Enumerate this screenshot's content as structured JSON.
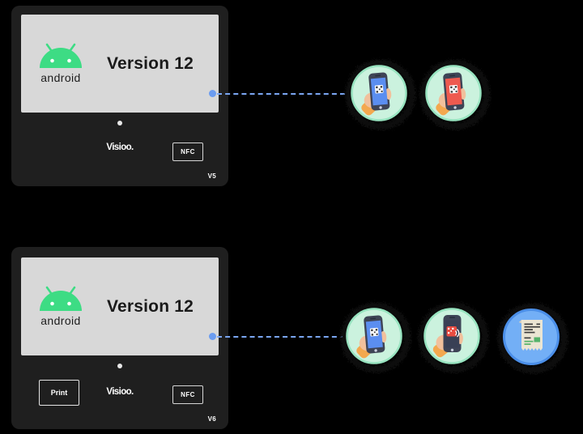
{
  "scene": {
    "background": "#000000",
    "description_note": "diagram of two Android payment-terminal versions linked to scan-method badges"
  },
  "devices": [
    {
      "os_wordmark": "android",
      "screen_title": "Version 12",
      "brand": "Visioo.",
      "nfc_button": "NFC",
      "version_label": "V5"
    },
    {
      "os_wordmark": "android",
      "screen_title": "Version 12",
      "brand": "Visioo.",
      "print_button": "Print",
      "nfc_button": "NFC",
      "version_label": "V6"
    }
  ],
  "badges": {
    "top": [
      {
        "icon": "hand-phone-qr-blue-icon"
      },
      {
        "icon": "hand-phone-qr-red-icon"
      }
    ],
    "bottom": [
      {
        "icon": "hand-phone-qr-blue-icon"
      },
      {
        "icon": "hand-phone-nfc-red-icon"
      },
      {
        "icon": "receipt-icon"
      }
    ]
  },
  "colors": {
    "android_green": "#3ddc84",
    "device_frame": "#1f1f1f",
    "device_screen": "#d8d8d8",
    "connector_blue": "#7aa6f2",
    "badge_mint_fill": "#cbf2de",
    "badge_mint_ring": "#98e4c0",
    "badge_blue_fill": "#73aff6",
    "badge_blue_ring": "#4b8fe9",
    "phone_screen_blue": "#5b8ef0",
    "phone_screen_red": "#ee5a4f",
    "sleeve_orange": "#f3a84e"
  }
}
